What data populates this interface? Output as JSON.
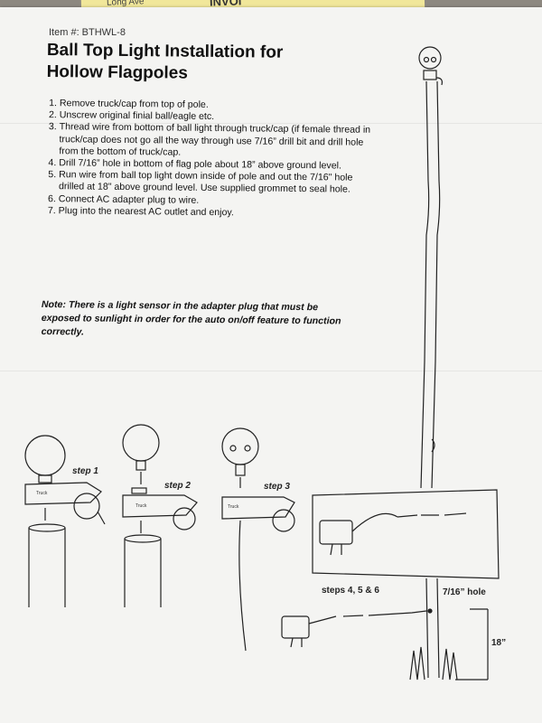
{
  "background_paper": {
    "text_left": "Long Ave",
    "text_right": "INVOI"
  },
  "document": {
    "item_number": "Item #: BTHWL-8",
    "title_line1": "Ball Top Light Installation for",
    "title_line2": "Hollow Flagpoles",
    "steps": [
      "Remove truck/cap from top of pole.",
      "Unscrew original finial ball/eagle etc.",
      "Thread wire from bottom of ball light through truck/cap (if female thread in truck/cap does not go all the way through use 7/16” drill bit and drill hole from the bottom of truck/cap.",
      "Drill 7/16” hole in bottom of flag pole about 18” above ground level.",
      "Run wire from ball top light down inside of pole and out the 7/16\" hole drilled at 18\" above ground level.  Use supplied grommet to seal hole.",
      "Connect AC adapter plug to wire.",
      "Plug into the nearest AC outlet and enjoy."
    ],
    "note": "Note: There is a light sensor in the adapter plug that must be exposed to sunlight in order for the auto on/off feature to function correctly."
  },
  "diagram": {
    "step1_label": "step 1",
    "step2_label": "step 2",
    "step3_label": "step 3",
    "truck_label": "Truck",
    "steps456_label": "steps 4, 5 & 6",
    "hole_label": "7/16” hole",
    "height_label": "18”"
  }
}
